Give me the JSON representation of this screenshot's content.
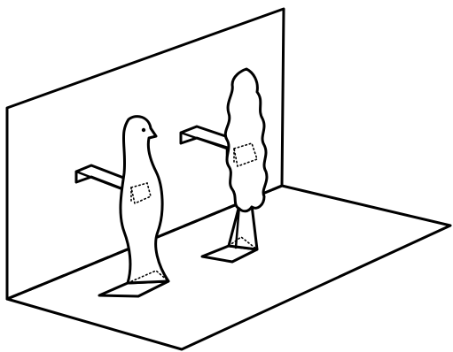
{
  "diagram": {
    "kind": "folding-paper-stand-illustration",
    "stroke_color": "#000000",
    "background_color": "#ffffff",
    "components": [
      "back-panel",
      "base-panel",
      "fold-line",
      "bird-figure",
      "tree-figure",
      "bird-support-tab",
      "tree-support-tab"
    ]
  }
}
